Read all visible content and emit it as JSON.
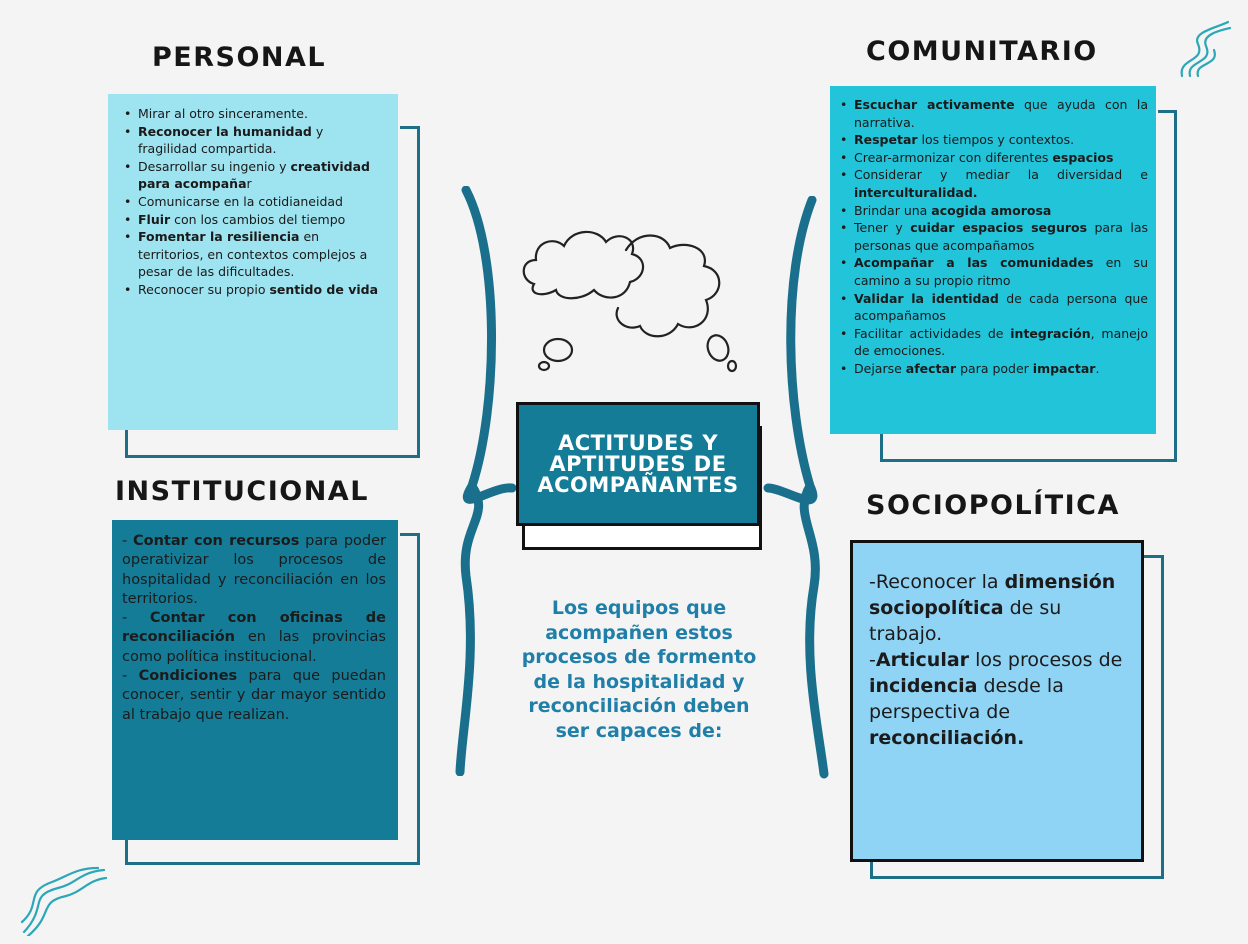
{
  "title": "ACTITUDES Y APTITUDES DE ACOMPAÑANTES",
  "title_lines": [
    "ACTITUDES Y",
    "APTITUDES DE",
    "ACOMPAÑANTES"
  ],
  "intro_lines": [
    "Los equipos que",
    "acompañen estos",
    "procesos de formento",
    "de la hospitalidad y",
    "reconciliación deben",
    "ser capaces de:"
  ],
  "colors": {
    "dark_teal": "#147c97",
    "light_cyan": "#9ee3f0",
    "bright_cyan": "#22c4da",
    "sky_blue": "#8fd3f5",
    "frame_teal": "#1d6f87"
  },
  "icons": {
    "thought": "thought-cloud-icon",
    "brackets": "parenthesis-bracket-icon",
    "waves": "wave-decoration-icon"
  },
  "personal": {
    "heading": "PERSONAL",
    "items": [
      {
        "pre": "Mirar al otro sinceramente.",
        "bold": "",
        "post": ""
      },
      {
        "pre": "",
        "bold": "Reconocer la humanidad",
        "post": " y fragilidad compartida."
      },
      {
        "pre": "Desarrollar su ingenio y ",
        "bold": "creatividad para acompaña",
        "post": "r"
      },
      {
        "pre": "Comunicarse en la cotidianeidad",
        "bold": "",
        "post": ""
      },
      {
        "pre": "",
        "bold": "Fluir",
        "post": " con los cambios del tiempo"
      },
      {
        "pre": "",
        "bold": "Fomentar la resiliencia",
        "post": " en territorios, en contextos complejos a pesar de las dificultades."
      },
      {
        "pre": " Reconocer su propio ",
        "bold": "sentido de vida",
        "post": ""
      }
    ]
  },
  "comunitario": {
    "heading": "COMUNITARIO",
    "items": [
      {
        "pre": "",
        "bold": "Escuchar activamente",
        "post": " que ayuda con la narrativa."
      },
      {
        "pre": "",
        "bold": "Respetar",
        "post": " los tiempos y contextos."
      },
      {
        "pre": "Crear-armonizar con diferentes ",
        "bold": "espacios",
        "post": ""
      },
      {
        "pre": "Considerar y mediar la diversidad e ",
        "bold": "interculturalidad.",
        "post": ""
      },
      {
        "pre": "Brindar una ",
        "bold": "acogida amorosa",
        "post": ""
      },
      {
        "pre": "Tener y ",
        "bold": "cuidar espacios seguros",
        "post": " para las personas que acompañamos"
      },
      {
        "pre": "",
        "bold": "Acompañar a las comunidades",
        "post": " en su camino a su propio ritmo"
      },
      {
        "pre": "",
        "bold": "Validar la identidad",
        "post": " de cada persona que acompañamos"
      },
      {
        "pre": "Facilitar actividades de ",
        "bold": "integración",
        "post": ", manejo de emociones."
      },
      {
        "pre": "Dejarse ",
        "bold": "afectar",
        "post": " para poder ",
        "bold2": "impactar",
        "post2": "."
      }
    ]
  },
  "institucional": {
    "heading": "INSTITUCIONAL",
    "items": [
      {
        "pre": "- ",
        "bold": "Contar con recursos",
        "post": " para poder operativizar los procesos de hospitalidad y reconciliación en los territorios."
      },
      {
        "pre": "- ",
        "bold": "Contar con oficinas de reconciliación",
        "post": " en las provincias como política institucional."
      },
      {
        "pre": "- ",
        "bold": "Condiciones",
        "post": " para que puedan conocer, sentir y dar mayor sentido al trabajo que realizan."
      }
    ]
  },
  "sociopolitica": {
    "heading": "SOCIOPOLÍTICA",
    "items": [
      {
        "pre": "-Reconocer la ",
        "bold": "dimensión sociopolítica",
        "post": " de su trabajo."
      },
      {
        "pre": "-",
        "bold": "Articular",
        "post": " los procesos de ",
        "bold2": "incidencia",
        "post2": " desde la perspectiva de ",
        "bold3": "reconciliación.",
        "post3": ""
      }
    ]
  }
}
